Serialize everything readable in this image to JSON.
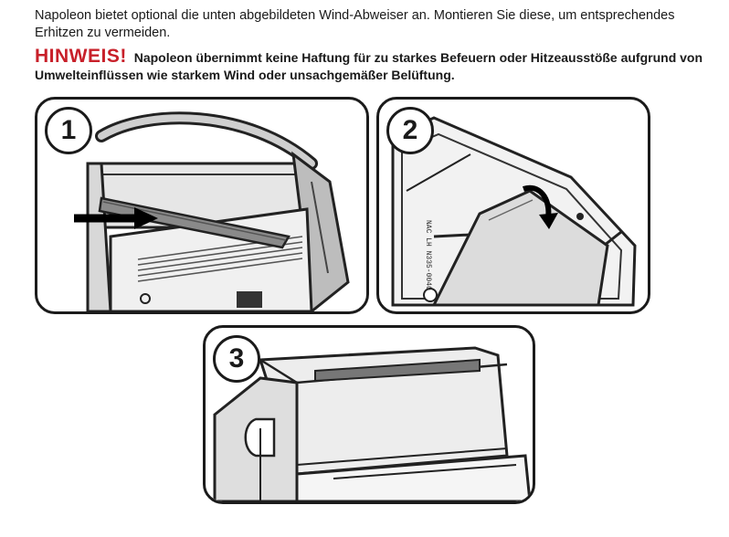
{
  "intro_text": "Napoleon bietet optional die unten abgebildeten Wind-Abweiser an. Montieren Sie diese, um entsprechendes Erhitzen zu vermeiden.",
  "warning": {
    "label": "HINWEIS!",
    "text": "Napoleon übernimmt keine Haftung für zu starkes Befeuern oder Hitzeausstöße aufgrund von Umwelteinflüssen wie starkem Wind oder unsachgemäßer Belüftung."
  },
  "steps": [
    {
      "number": "1"
    },
    {
      "number": "2",
      "part_label": "NAC LH N335-0040"
    },
    {
      "number": "3"
    }
  ]
}
